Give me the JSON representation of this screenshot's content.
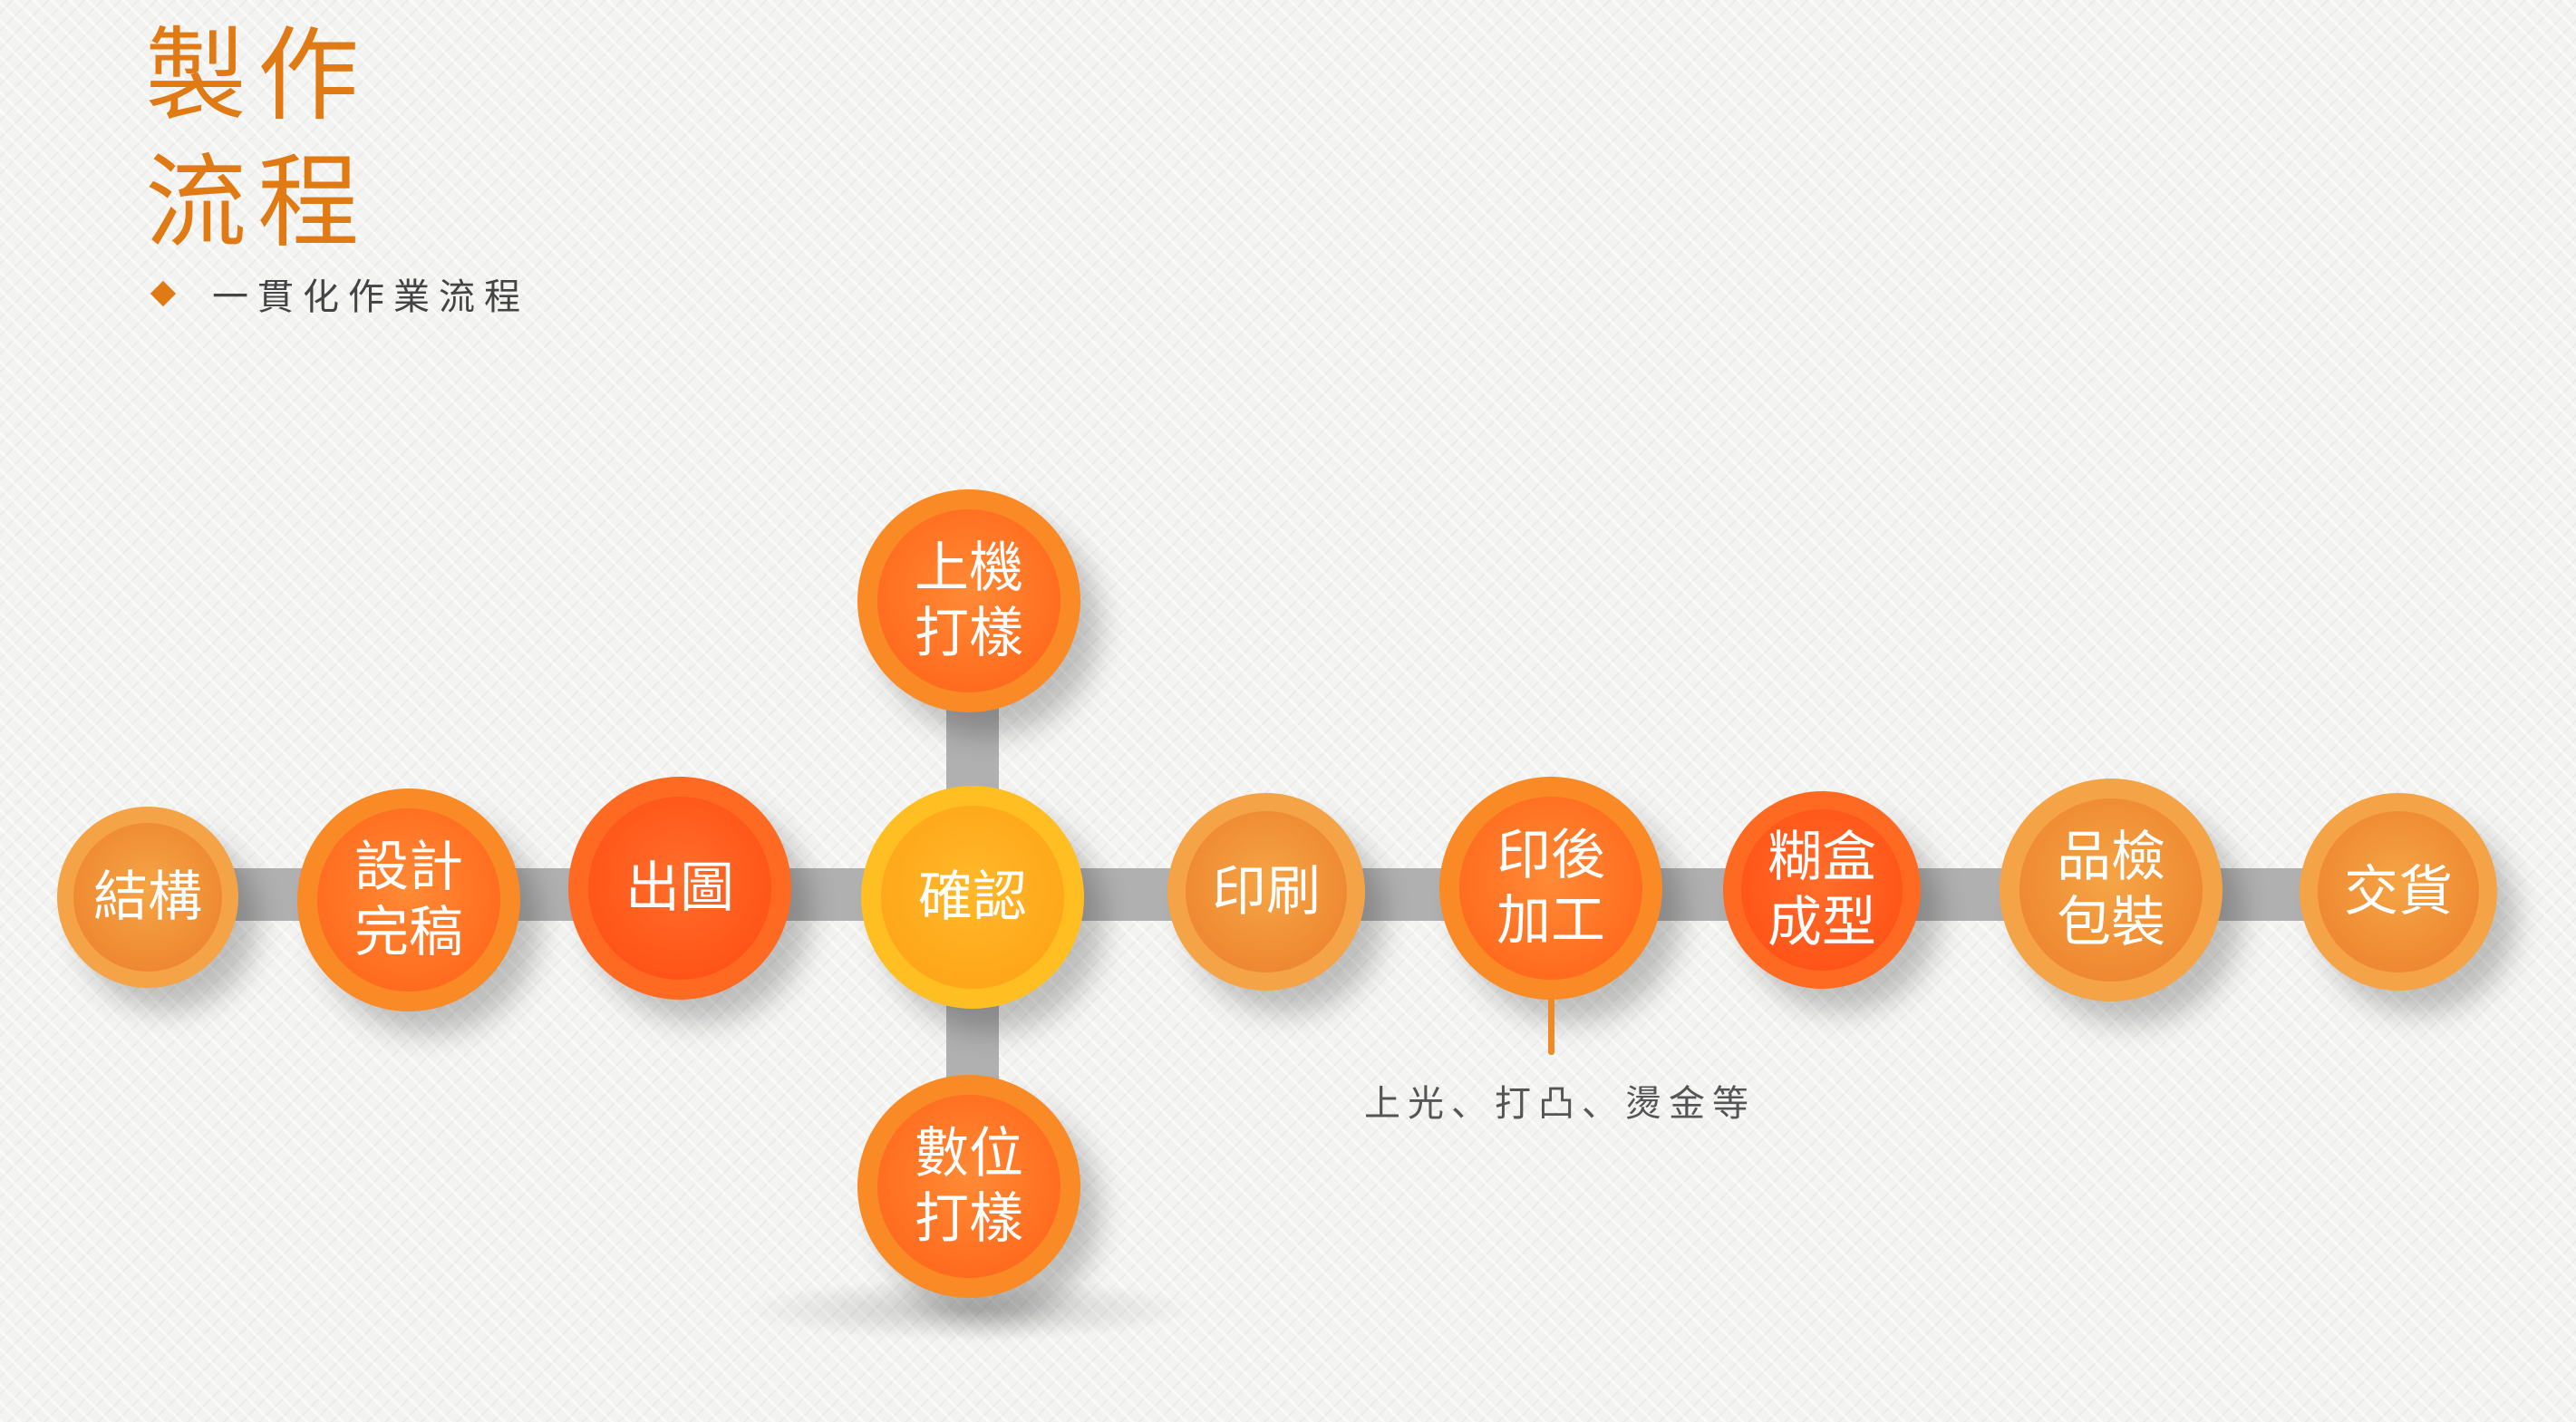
{
  "title": {
    "line1": "製作",
    "line2": "流程"
  },
  "subtitle": "一貫化作業流程",
  "steps": {
    "structure": "結構",
    "design": "設計完稿",
    "output": "出圖",
    "confirm": "確認",
    "press_proof": "上機打樣",
    "digital_proof": "數位打樣",
    "printing": "印刷",
    "post_press": "印後加工",
    "box_forming": "糊盒成型",
    "inspection": "品檢包裝",
    "delivery": "交貨"
  },
  "post_press_note": "上光、打凸、燙金等",
  "colors": {
    "accent": "#e07a14",
    "connector": "#b0b0b0",
    "confirm": "#ffbe22"
  }
}
